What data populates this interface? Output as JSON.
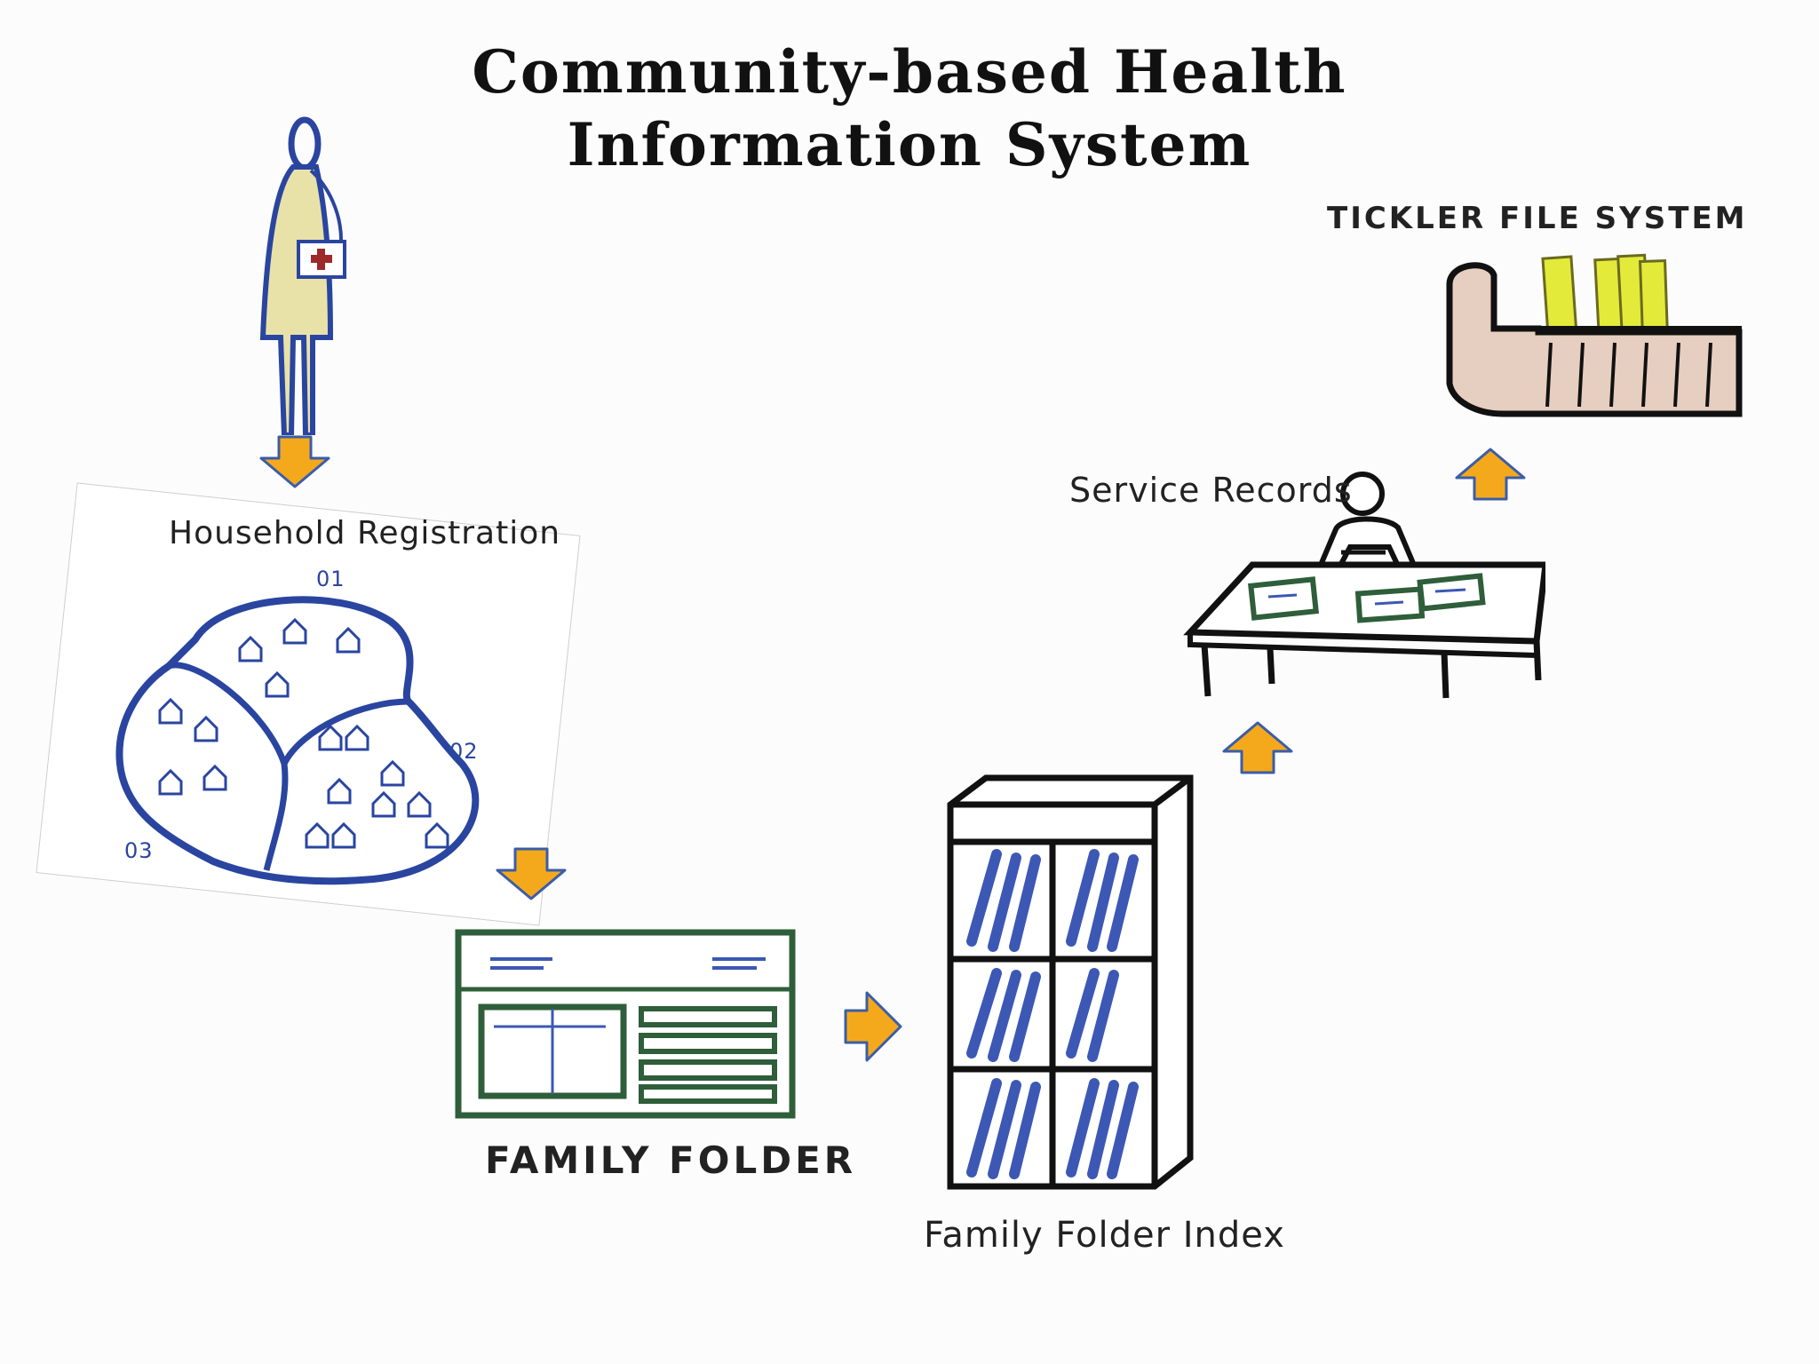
{
  "title": {
    "line1": "Community-based Health",
    "line2": "Information System"
  },
  "labels": {
    "household_registration": "Household Registration",
    "zone_01": "01",
    "zone_02": "02",
    "zone_03": "03",
    "family_folder": "FAMILY FOLDER",
    "family_folder_index": "Family Folder Index",
    "service_records": "Service Records",
    "tickler_file_system": "TICKLER FILE SYSTEM"
  },
  "icons": {
    "health_worker": "health-worker-icon",
    "arrow": "arrow-icon",
    "map": "village-map-icon",
    "folder": "family-folder-icon",
    "shelf": "bookshelf-icon",
    "desk": "desk-worker-icon",
    "tickler": "tickler-box-icon"
  },
  "colors": {
    "arrow_fill": "#f4a91c",
    "arrow_stroke": "#3b5da8",
    "map_blue": "#2a45a0",
    "folder_green": "#2e5e3a",
    "shelf_blue": "#3c58b4",
    "tickler_tan": "#e6cfc0",
    "card_yellow": "#e3ea3a"
  }
}
